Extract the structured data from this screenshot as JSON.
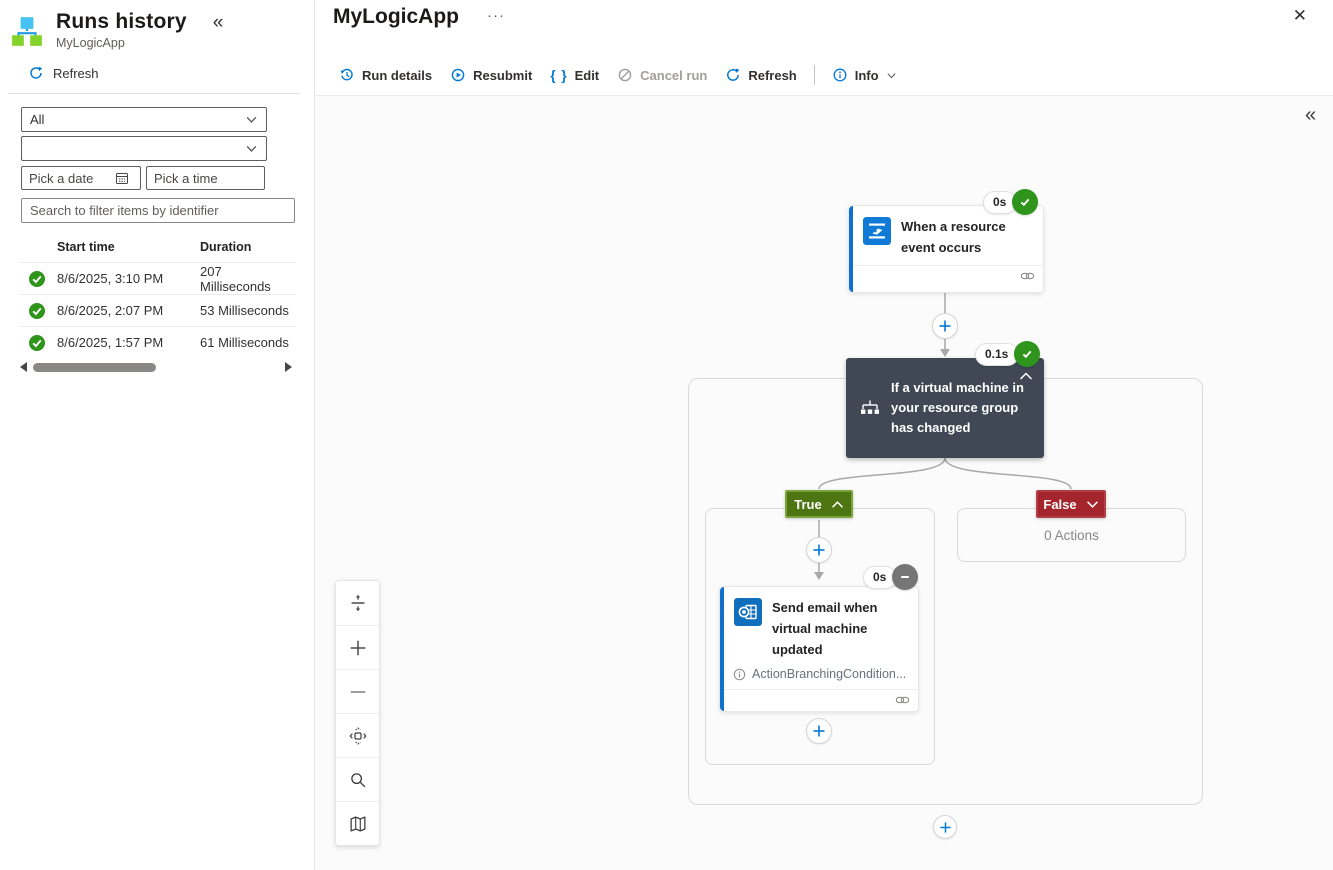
{
  "colors": {
    "accent": "#0078d4",
    "success_green": "#2e941b",
    "true_green": "#4d7511",
    "false_red": "#a4262c",
    "condition_dark": "#3f4854",
    "skip_gray": "#757575"
  },
  "icons": {
    "collapse": "«",
    "canvas_collapse": "«",
    "overflow": "···",
    "close": "✕",
    "braces": "{ }"
  },
  "left_panel": {
    "title": "Runs history",
    "subtitle": "MyLogicApp",
    "refresh_label": "Refresh",
    "status_filter_value": "All",
    "resubmission_filter_value": "",
    "date_placeholder": "Pick a date",
    "time_placeholder": "Pick a time",
    "search_placeholder": "Search to filter items by identifier",
    "table": {
      "columns": {
        "start_time": "Start time",
        "duration": "Duration"
      },
      "rows": [
        {
          "status": "Succeeded",
          "start_time": "8/6/2025, 3:10 PM",
          "duration": "207 Milliseconds"
        },
        {
          "status": "Succeeded",
          "start_time": "8/6/2025, 2:07 PM",
          "duration": "53 Milliseconds"
        },
        {
          "status": "Succeeded",
          "start_time": "8/6/2025, 1:57 PM",
          "duration": "61 Milliseconds"
        }
      ]
    }
  },
  "main_header": {
    "title": "MyLogicApp",
    "toolbar": {
      "run_details": "Run details",
      "resubmit": "Resubmit",
      "edit": "Edit",
      "cancel_run": "Cancel run",
      "refresh": "Refresh",
      "info": "Info"
    }
  },
  "workflow": {
    "trigger": {
      "title": "When a resource event occurs",
      "duration_badge": "0s",
      "status": "Succeeded"
    },
    "condition": {
      "title": "If a virtual machine in your resource group has changed",
      "duration_badge": "0.1s",
      "status": "Succeeded"
    },
    "true_branch": {
      "label": "True"
    },
    "false_branch": {
      "label": "False",
      "empty_text": "0 Actions"
    },
    "send_email_action": {
      "title": "Send email when virtual machine updated",
      "note": "ActionBranchingCondition...",
      "duration_badge": "0s",
      "status": "Skipped"
    }
  }
}
